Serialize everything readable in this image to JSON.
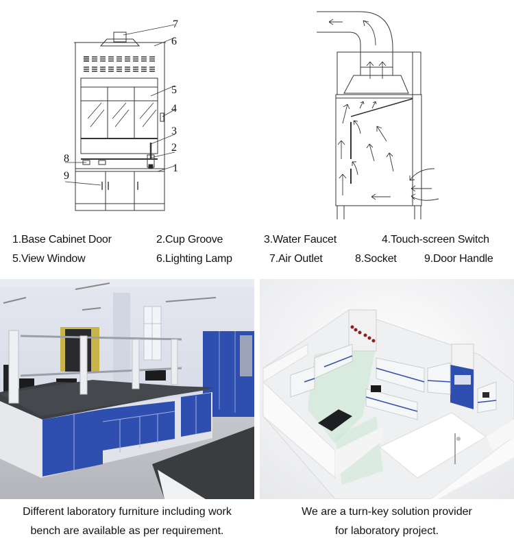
{
  "diagram_front": {
    "title": "Fume hood front view",
    "callouts": [
      "7",
      "6",
      "5",
      "4",
      "3",
      "2",
      "1",
      "8",
      "9"
    ]
  },
  "diagram_side": {
    "title": "Fume hood airflow section"
  },
  "legend": {
    "row1": [
      "1.Base Cabinet Door",
      "2.Cup Groove",
      "3.Water Faucet",
      "4.Touch-screen Switch"
    ],
    "row2": [
      "5.View Window",
      "6.Lighting Lamp",
      "7.Air Outlet",
      "8.Socket",
      "9.Door Handle"
    ]
  },
  "photos": {
    "left": {
      "alt": "Laboratory workbench with blue cabinets and reagent shelves"
    },
    "right": {
      "alt": "3D rendering of laboratory layout"
    }
  },
  "captions": {
    "left_line1": "Different laboratory furniture including work",
    "left_line2": "bench are available as per requirement.",
    "right_line1": "We are a turn-key solution provider",
    "right_line2": "for laboratory project."
  },
  "colors": {
    "cabinet_blue": "#2f4fb0",
    "countertop": "#3a3d40",
    "wall": "#d7dce8"
  }
}
